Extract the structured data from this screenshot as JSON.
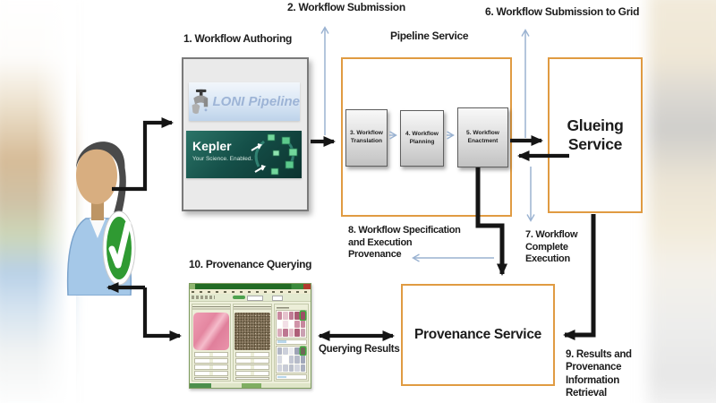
{
  "labels": {
    "authoring": "1. Workflow Authoring",
    "submission": "2. Workflow Submission",
    "pipeline_service": "Pipeline Service",
    "submission_grid": "6. Workflow Submission to Grid",
    "complete_execution": "7. Workflow\nComplete\nExecution",
    "spec_provenance": "8. Workflow Specification\nand Execution\nProvenance",
    "results_retrieval": "9. Results and\nProvenance\nInformation\nRetrieval",
    "provenance_querying": "10. Provenance Querying",
    "querying_results": "Querying Results"
  },
  "boxes": {
    "glueing": "Glueing Service",
    "provenance": "Provenance Service",
    "step_translation": "3. Workflow\nTranslation",
    "step_planning": "4. Workflow\nPlanning",
    "step_enactment": "5. Workflow\nEnactment"
  },
  "logos": {
    "loni": "LONI Pipeline",
    "kepler_title": "Kepler",
    "kepler_tagline": "Your Science. Enabled."
  },
  "querying_app": {
    "grid_top": [
      "#c9899f",
      "#e6c3ce",
      "#c07b95",
      "#aa5a73",
      {
        "c": "#9c4e65",
        "sel": true
      },
      "#ffffff",
      "#f2dfe6",
      "#ffffff",
      "#d093a8",
      "#c6879d",
      "#d9aaba",
      "#bd7791",
      "#e2bac7",
      "#ae5e78",
      "#caa0b2"
    ],
    "grid_bottom": [
      "#b2b7c6",
      "#ccd0da",
      "#ebecf1",
      "#9da3b6",
      {
        "c": "#6e6657",
        "sel": true
      },
      "#d6d9e1",
      "#ffffff",
      "#c2c6d3",
      "#b6bbc9",
      "#a1a7ba",
      "#d0d3dc",
      "#c8ccd6",
      "#babfcb",
      "#d2d5de",
      "#aab0c0"
    ]
  },
  "colors": {
    "accent_orange": "#E09B42",
    "arrow_blue": "#9AB2D1",
    "arrow_black": "#151515",
    "kepler_teal": "#155049",
    "check_green": "#2F9A32",
    "step_gray_border": "#5F5F5F"
  }
}
